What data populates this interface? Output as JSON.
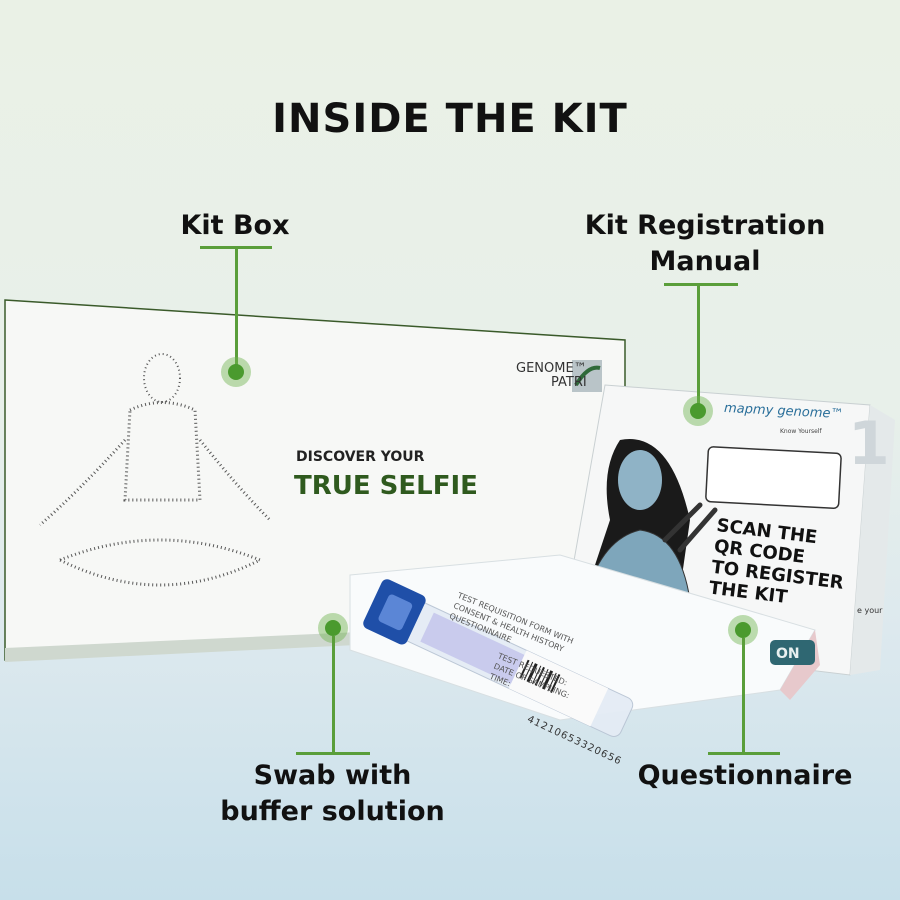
{
  "title": "INSIDE THE KIT",
  "callouts": {
    "kit_box": "Kit Box",
    "manual_line1": "Kit Registration",
    "manual_line2": "Manual",
    "swab_line1": "Swab with",
    "swab_line2": "buffer solution",
    "questionnaire": "Questionnaire"
  },
  "kit_box": {
    "tagline_small": "DISCOVER YOUR",
    "tagline_large": "TRUE SELFIE",
    "brand_line1": "GENOME™",
    "brand_line2": "PATRI"
  },
  "manual": {
    "brand": "mapmy genome™",
    "brand_sub": "Know Yourself",
    "step_number": "1",
    "instruction_lines": [
      "SCAN THE",
      "QR CODE",
      "TO REGISTER",
      "THE KIT"
    ],
    "side_text": "e your"
  },
  "questionnaire": {
    "heading_lines": [
      "TEST REQUISITION FORM WITH",
      "CONSENT & HEALTH HISTORY",
      "QUESTIONNAIRE"
    ],
    "fields": [
      "TEST REQUESTED:",
      "DATE OF SAMPLING:",
      "TIME:"
    ],
    "tab_text": "ON"
  },
  "swab": {
    "barcode_number": "41210653320656"
  },
  "colors": {
    "accent": "#5a9e3a",
    "tagline": "#2f5a1e",
    "cap": "#1f4fa8"
  }
}
